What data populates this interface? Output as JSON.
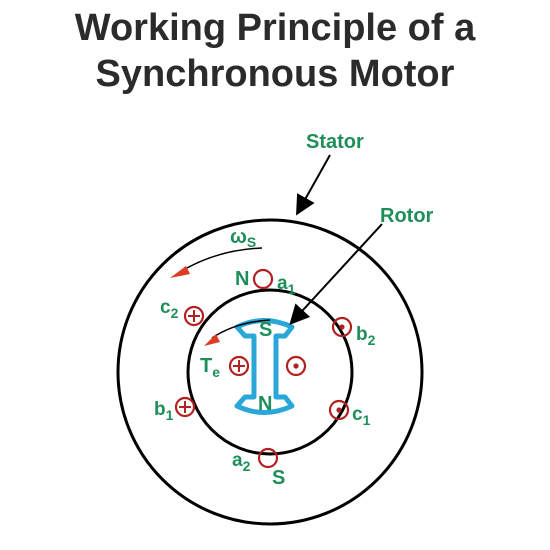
{
  "title": {
    "line1": "Working Principle of a",
    "line2": "Synchronous Motor"
  },
  "labels": {
    "stator": "Stator",
    "rotor": "Rotor",
    "omega": "ω",
    "omega_sub": "S",
    "N_stator": "N",
    "S_stator": "S",
    "rotor_S": "S",
    "rotor_N": "N",
    "torque": "T",
    "torque_sub": "e",
    "a": "a",
    "b": "b",
    "c": "c",
    "sub1": "1",
    "sub2": "2"
  },
  "colors": {
    "label_green": "#1f8f5a",
    "coil_red": "#b32020",
    "rotor_blue": "#2aa7d8",
    "arrow_red": "#e03a22",
    "title": "#2b2b2b"
  }
}
